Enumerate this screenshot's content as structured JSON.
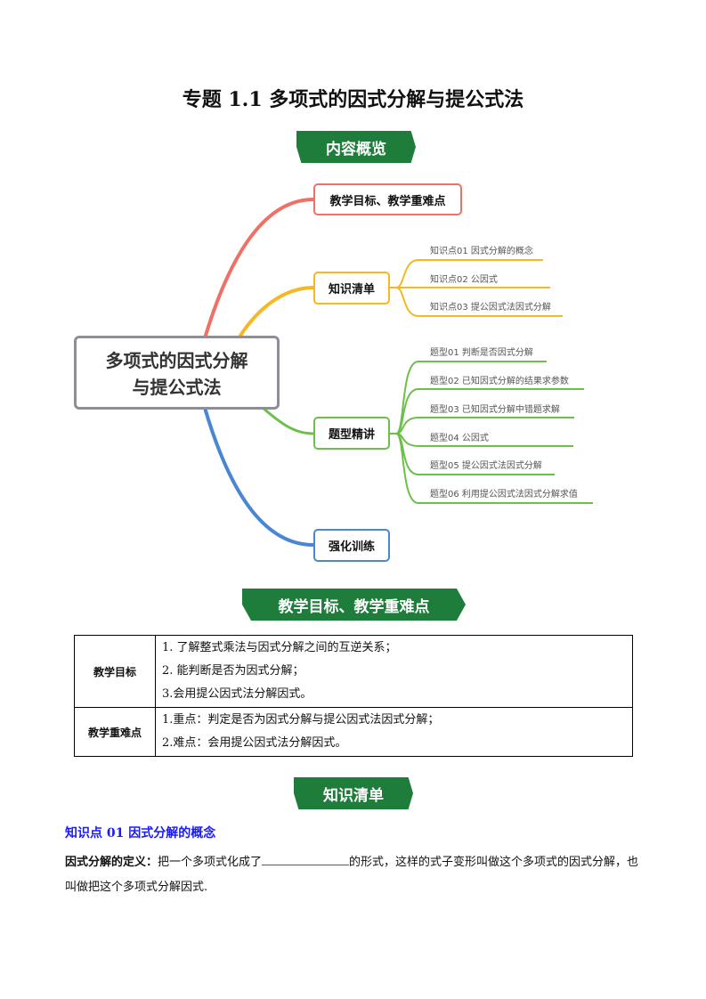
{
  "title": "专题 1.1  多项式的因式分解与提公式法",
  "badges": {
    "overview": "内容概览",
    "goals": "教学目标、教学重难点",
    "knowledge": "知识清单"
  },
  "mindmap": {
    "center": [
      "多项式的因式分解",
      "与提公式法"
    ],
    "branches": [
      {
        "label": "教学目标、教学重难点",
        "color": "#f07066",
        "items": []
      },
      {
        "label": "知识清单",
        "color": "#f5b820",
        "items": [
          "知识点01 因式分解的概念",
          "知识点02 公因式",
          "知识点03 提公因式法因式分解"
        ]
      },
      {
        "label": "题型精讲",
        "color": "#6cc04a",
        "items": [
          "题型01  判断是否因式分解",
          "题型02  已知因式分解的结果求参数",
          "题型03  已知因式分解中错题求解",
          "题型04  公因式",
          "题型05  提公因式法因式分解",
          "题型06  利用提公因式法因式分解求值"
        ]
      },
      {
        "label": "强化训练",
        "color": "#4a86d4",
        "items": []
      }
    ]
  },
  "table": {
    "rows": [
      {
        "header": "教学目标",
        "lines": [
          "1. 了解整式乘法与因式分解之间的互逆关系；",
          "2. 能判断是否为因式分解；",
          "3.会用提公因式法分解因式。"
        ]
      },
      {
        "header": "教学重难点",
        "lines": [
          "1.重点：判定是否为因式分解与提公因式法因式分解；",
          "2.难点：会用提公因式法分解因式。"
        ]
      }
    ]
  },
  "section": {
    "heading": "知识点 01  因式分解的概念",
    "term": "因式分解的定义：",
    "text_before": "把一个多项式化成了",
    "text_after": "的形式，这样的式子变形叫做这个多项式的因式分解，也叫做把这个多项式分解因式."
  }
}
